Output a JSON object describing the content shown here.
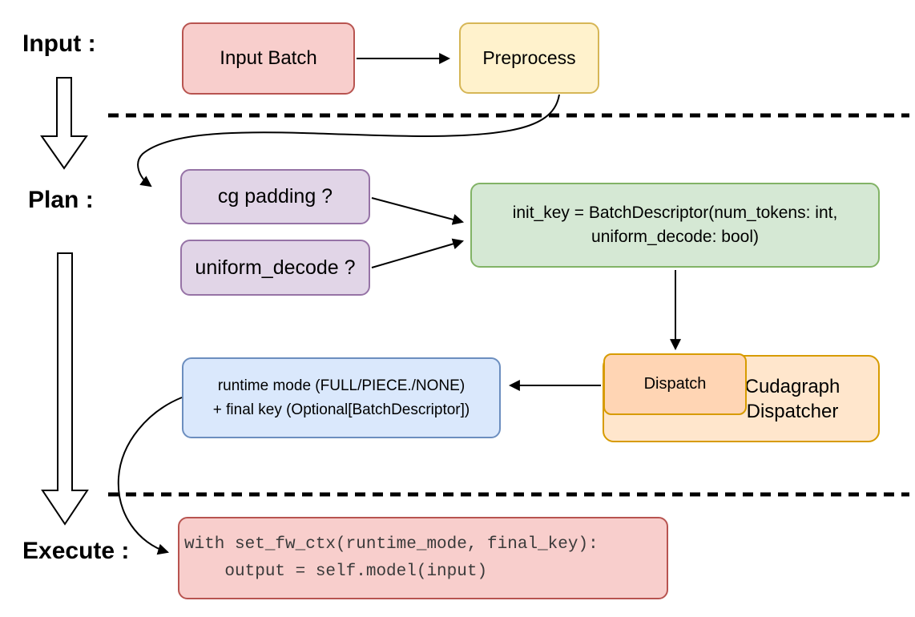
{
  "stages": {
    "input": "Input :",
    "plan": "Plan :",
    "execute": "Execute :"
  },
  "nodes": {
    "input_batch": {
      "label": "Input Batch",
      "fill": "#f8cecc",
      "border": "#b85450"
    },
    "preprocess": {
      "label": "Preprocess",
      "fill": "#fff2cc",
      "border": "#d6b656"
    },
    "cg_padding": {
      "label": "cg padding ?",
      "fill": "#e1d5e7",
      "border": "#9673a6"
    },
    "uniform_decode": {
      "label": "uniform_decode ?",
      "fill": "#e1d5e7",
      "border": "#9673a6"
    },
    "init_key": {
      "line1": "init_key = BatchDescriptor(num_tokens: int,",
      "line2": "uniform_decode: bool)",
      "fill": "#d5e8d4",
      "border": "#82b366"
    },
    "dispatch": {
      "label": "Dispatch",
      "fill": "#ffd5b4",
      "border": "#d79b00"
    },
    "cudagraph_dispatcher": {
      "line1": "Cudagraph",
      "line2": "Dispatcher",
      "fill": "#ffe6cc",
      "border": "#d79b00"
    },
    "runtime_mode": {
      "line1": "runtime mode (FULL/PIECE./NONE)",
      "line2": "+ final key (Optional[BatchDescriptor])",
      "fill": "#dae8fc",
      "border": "#6c8ebf"
    },
    "execute_code": {
      "line1": "with set_fw_ctx(runtime_mode, final_key):",
      "line2": "    output = self.model(input)",
      "fill": "#f8cecc",
      "border": "#b85450",
      "text_color": "#3a3a3a"
    }
  },
  "colors": {
    "connector": "#000000",
    "divider": "#000000",
    "label_text": "#000000",
    "background": "#ffffff"
  }
}
